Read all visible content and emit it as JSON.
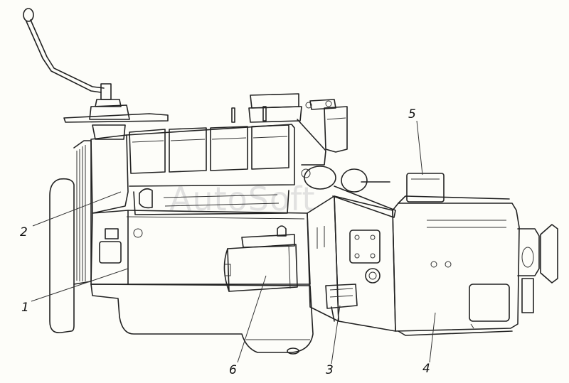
{
  "watermark": "AutoSoft",
  "callouts": [
    {
      "id": "1",
      "label": "1"
    },
    {
      "id": "2",
      "label": "2"
    },
    {
      "id": "3",
      "label": "3"
    },
    {
      "id": "4",
      "label": "4"
    },
    {
      "id": "5",
      "label": "5"
    },
    {
      "id": "6",
      "label": "6"
    }
  ],
  "colors": {
    "line": "#222222",
    "background": "#fdfdf9",
    "watermark": "#d8d8d8"
  }
}
